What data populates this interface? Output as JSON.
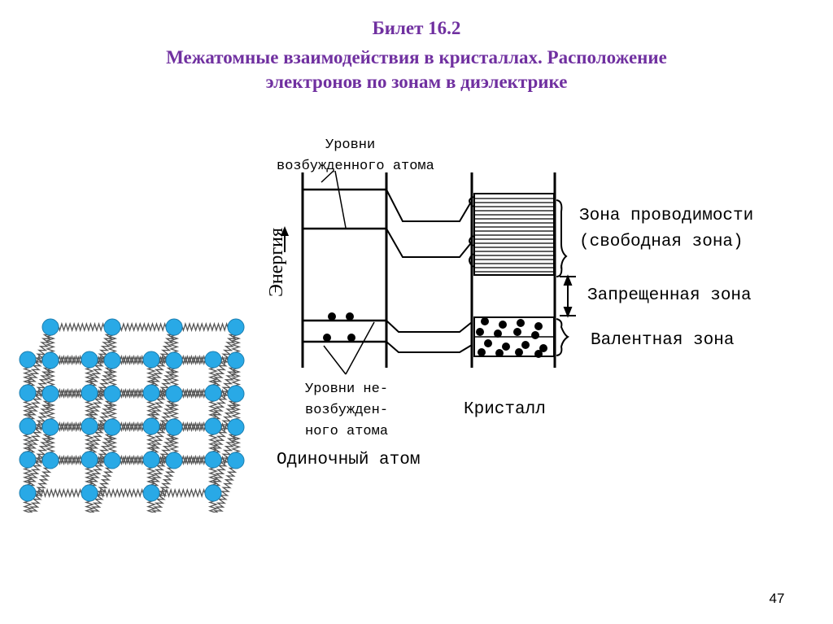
{
  "slide": {
    "title_line1": "Билет 16.2",
    "title_line2": "Межатомные взаимодействия в кристаллах. Расположение",
    "title_line3": "электронов по зонам в диэлектрике",
    "page_number": "47",
    "title_color": "#7030a0"
  },
  "band_diagram": {
    "energy_axis_label": "Энергия",
    "excited_levels_label": [
      "Уровни",
      "возбужденного атома"
    ],
    "ground_levels_label": [
      "Уровни не-",
      "возбужден-",
      "ного атома"
    ],
    "single_atom_label": "Одиночный атом",
    "crystal_label": "Кристалл",
    "conduction_band_label": [
      "Зона проводимости",
      "(свободная зона)"
    ],
    "forbidden_band_label": "Запрещенная зона",
    "valence_band_label": "Валентная зона"
  },
  "lattice": {
    "atom_color": "#29a9e6",
    "spring_color": "#555555"
  }
}
